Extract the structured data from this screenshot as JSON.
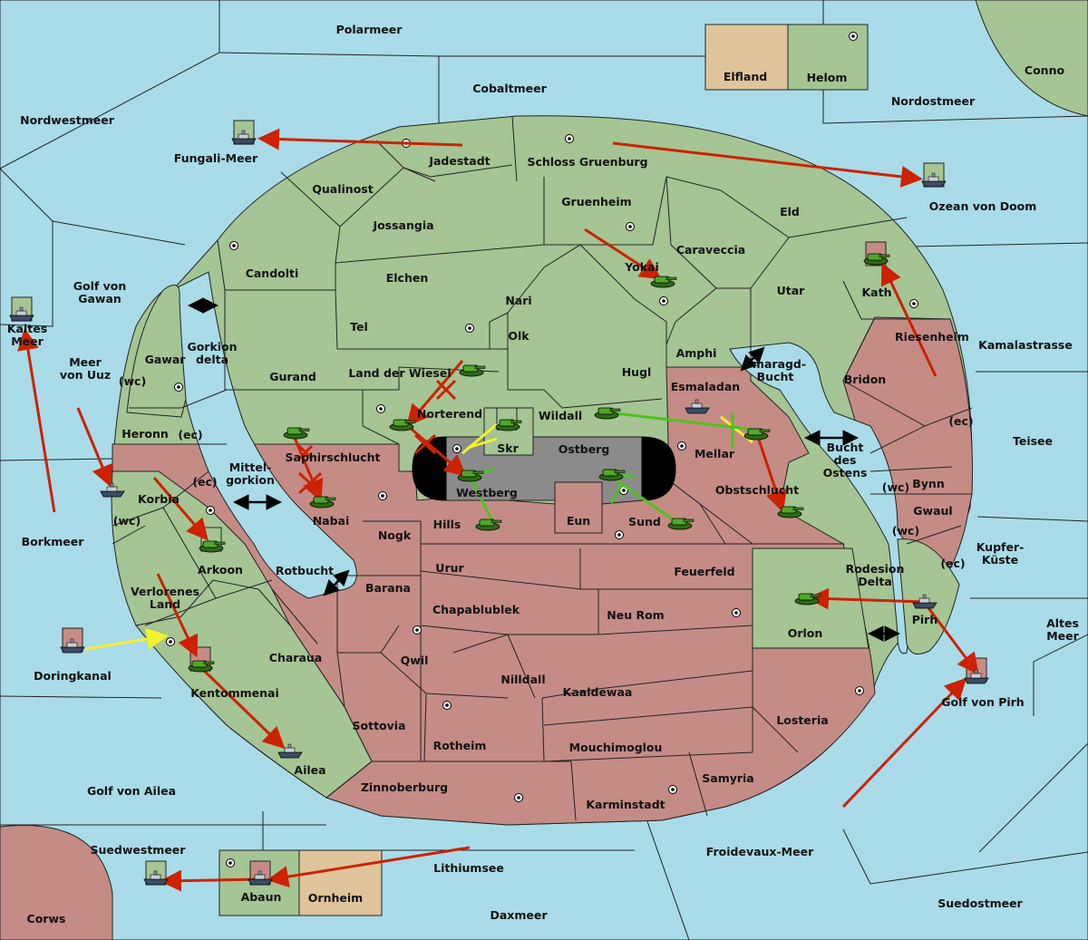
{
  "colors": {
    "sea": "#a9dce8",
    "power_green": "#a5c594",
    "power_red": "#c48c85",
    "neutral_tan": "#e0c49b",
    "impassable_black": "#000000",
    "move_red": "#cc2200",
    "move_yellow": "#f2f230",
    "move_green": "#4cc41c"
  },
  "labels": {
    "polarmeer": "Polarmeer",
    "cobaltmeer": "Cobaltmeer",
    "nordwestmeer": "Nordwestmeer",
    "nordostmeer": "Nordostmeer",
    "conno": "Conno",
    "elfland": "Elfland",
    "helom": "Helom",
    "fungali_meer": "Fungali-Meer",
    "jadestadt": "Jadestadt",
    "schloss_gruenburg": "Schloss Gruenburg",
    "ozean_von_doom": "Ozean von Doom",
    "qualinost": "Qualinost",
    "gruenheim": "Gruenheim",
    "eld": "Eld",
    "jossangia": "Jossangia",
    "caraveccia": "Caraveccia",
    "candolti": "Candolti",
    "elchen": "Elchen",
    "yokai": "Yokai",
    "utar": "Utar",
    "kath": "Kath",
    "golf_von_gawan": "Golf von\nGawan",
    "kaltes_meer": "Kaltes\nMeer",
    "nari": "Nari",
    "tel": "Tel",
    "olk": "Olk",
    "riesenheim": "Riesenheim",
    "kamalastrasse": "Kamalastrasse",
    "meer_von_uuz": "Meer\nvon Uuz",
    "gawar": "Gawar",
    "gorkion_delta": "Gorkion\ndelta",
    "amphi": "Amphi",
    "smaragd_bucht": "Smaragd-\nBucht",
    "gurand": "Gurand",
    "land_der_wiesel": "Land der Wiesel",
    "hugl": "Hugl",
    "bridon": "Bridon",
    "esmaladan": "Esmaladan",
    "norterend": "Norterend",
    "wildall": "Wildall",
    "heronn": "Heronn",
    "ec1": "(ec)",
    "wc1": "(wc)",
    "teisee": "Teisee",
    "skr": "Skr",
    "ostberg": "Ostberg",
    "mellar": "Mellar",
    "ec2": "(ec)",
    "saphirschlucht": "Saphirschlucht",
    "bucht_des_ostens": "Bucht\ndes\nOstens",
    "borkmeer": "Borkmeer",
    "korbia": "Korbia",
    "ec3": "(ec)",
    "mittelgorkion": "Mittel-\ngorkion",
    "westberg": "Westberg",
    "obstschlucht": "Obstschlucht",
    "bynn": "Bynn",
    "wc2": "(wc)",
    "wc3": "(wc)",
    "nabai": "Nabai",
    "hills": "Hills",
    "eun": "Eun",
    "sund": "Sund",
    "gwaul": "Gwaul",
    "wc4": "(wc)",
    "kupferkueste": "Kupfer-\nKüste",
    "nogk": "Nogk",
    "arkoon": "Arkoon",
    "rotbucht": "Rotbucht",
    "urur": "Urur",
    "feuerfeld": "Feuerfeld",
    "ec4": "(ec)",
    "rodesion_delta": "Rodesion\nDelta",
    "barana": "Barana",
    "verlorenes_land": "Verlorenes\nLand",
    "chapablublek": "Chapablublek",
    "neu_rom": "Neu Rom",
    "pirh": "Pirh",
    "altes_meer": "Altes\nMeer",
    "orlon": "Orlon",
    "doringkanal": "Doringkanal",
    "charaua": "Charaua",
    "qwil": "Qwil",
    "nilldall": "Nilldall",
    "kaaldewaa": "Kaaldewaa",
    "kentommenai": "Kentommenai",
    "golf_von_pirh": "Golf von Pirh",
    "losteria": "Losteria",
    "sottovia": "Sottovia",
    "rotheim": "Rotheim",
    "mouchimoglou": "Mouchimoglou",
    "ailea": "Ailea",
    "samyria": "Samyria",
    "zinnoberburg": "Zinnoberburg",
    "karminstadt": "Karminstadt",
    "golf_von_ailea": "Golf von Ailea",
    "suedwestmeer": "Suedwestmeer",
    "froidevaux_meer": "Froidevaux-Meer",
    "lithiumsee": "Lithiumsee",
    "abaun": "Abaun",
    "ornheim": "Ornheim",
    "suedostmeer": "Suedostmeer",
    "daxmeer": "Daxmeer",
    "corws": "Corws"
  }
}
